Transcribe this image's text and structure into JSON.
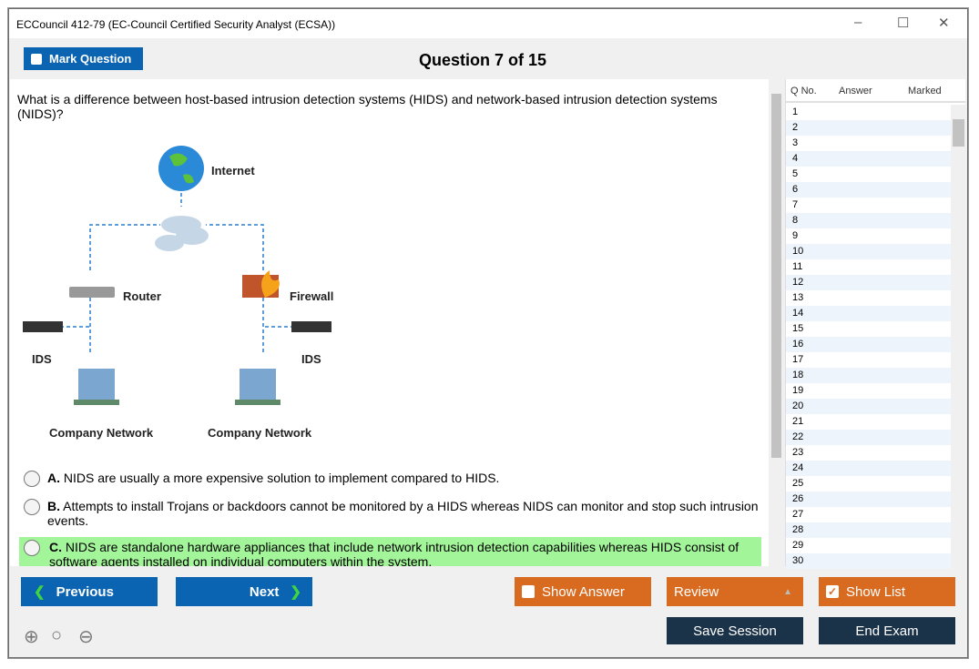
{
  "window": {
    "title": "ECCouncil 412-79 (EC-Council Certified Security Analyst (ECSA))",
    "minimize": "–",
    "maximize": "☐",
    "close": "✕"
  },
  "toolbar": {
    "mark_question": "Mark Question",
    "question_counter": "Question 7 of 15"
  },
  "question": {
    "text": "What is a difference between host-based intrusion detection systems (HIDS) and network-based intrusion detection systems (NIDS)?",
    "diagram": {
      "internet": "Internet",
      "router": "Router",
      "firewall": "Firewall",
      "ids_left": "IDS",
      "ids_right": "IDS",
      "network_left": "Company Network",
      "network_right": "Company Network"
    },
    "options": [
      {
        "letter": "A.",
        "text": "NIDS are usually a more expensive solution to implement compared to HIDS.",
        "highlighted": false
      },
      {
        "letter": "B.",
        "text": "Attempts to install Trojans or backdoors cannot be monitored by a HIDS whereas NIDS can monitor and stop such intrusion events.",
        "highlighted": false
      },
      {
        "letter": "C.",
        "text": "NIDS are standalone hardware appliances that include network intrusion detection capabilities whereas HIDS consist of software agents installed on individual computers within the system.",
        "highlighted": true
      }
    ]
  },
  "question_list": {
    "headers": {
      "qno": "Q No.",
      "answer": "Answer",
      "marked": "Marked"
    },
    "rows": [
      "1",
      "2",
      "3",
      "4",
      "5",
      "6",
      "7",
      "8",
      "9",
      "10",
      "11",
      "12",
      "13",
      "14",
      "15",
      "16",
      "17",
      "18",
      "19",
      "20",
      "21",
      "22",
      "23",
      "24",
      "25",
      "26",
      "27",
      "28",
      "29",
      "30"
    ]
  },
  "footer": {
    "previous": "Previous",
    "next": "Next",
    "show_answer": "Show Answer",
    "review": "Review",
    "show_list": "Show List",
    "save_session": "Save Session",
    "end_exam": "End Exam"
  },
  "colors": {
    "blue": "#0b64b2",
    "orange": "#d96b21",
    "navy": "#1b3349",
    "highlight": "#a3f59a"
  }
}
